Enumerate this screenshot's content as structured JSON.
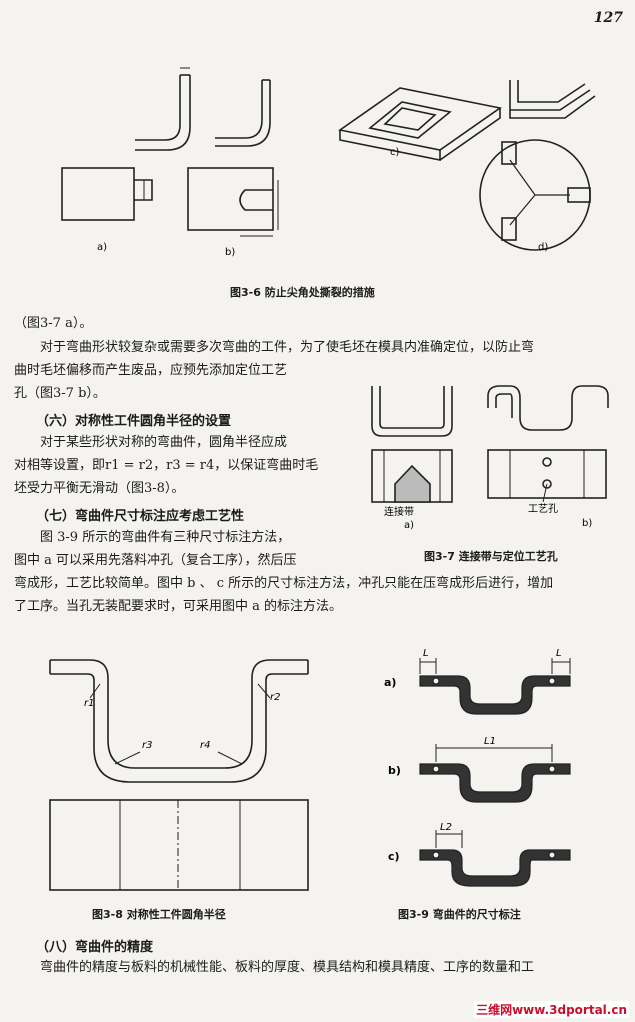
{
  "page_number": "127",
  "fig36": {
    "caption": "图3-6  防止尖角处撕裂的措施",
    "labels": {
      "a": "a)",
      "b": "b)",
      "c": "c)",
      "d": "d)"
    }
  },
  "fig37": {
    "caption": "图3-7  连接带与定位工艺孔",
    "label_a_text": "连接带",
    "label_b_text": "工艺孔",
    "labels": {
      "a": "a)",
      "b": "b)"
    }
  },
  "fig38": {
    "caption": "图3-8  对称性工件圆角半径",
    "r1": "r1",
    "r2": "r2",
    "r3": "r3",
    "r4": "r4"
  },
  "fig39": {
    "caption": "图3-9  弯曲件的尺寸标注",
    "labels": {
      "a": "a)",
      "b": "b)",
      "c": "c)"
    },
    "dims": {
      "L": "L",
      "L1": "L1",
      "L2": "L2"
    }
  },
  "text": {
    "p1_line1": "（图3-7 a）。",
    "p2_line1": "对于弯曲形状较复杂或需要多次弯曲的工件，为了使毛坯在模具内准确定位，以防止弯",
    "p2_line2": "曲时毛坯偏移而产生废品，应预先添加定位工艺",
    "p2_line3": "孔（图3-7 b）。",
    "h6": "（六）对称性工件圆角半径的设置",
    "p3_line1": "对于某些形状对称的弯曲件，圆角半径应成",
    "p3_line2": "对相等设置，即r1 = r2，r3 = r4，以保证弯曲时毛",
    "p3_line3": "坯受力平衡无滑动（图3-8）。",
    "h7": "（七）弯曲件尺寸标注应考虑工艺性",
    "p4_line1": "图 3-9 所示的弯曲件有三种尺寸标注方法，",
    "p4_line2": "图中 a 可以采用先落料冲孔（复合工序），然后压",
    "p4_line3": "弯成形，工艺比较简单。图中 b 、 c 所示的尺寸标注方法，冲孔只能在压弯成形后进行，增加",
    "p4_line4": "了工序。当孔无装配要求时，可采用图中 a 的标注方法。",
    "h8": "（八）弯曲件的精度",
    "p5_line1": "弯曲件的精度与板料的机械性能、板料的厚度、模具结构和模具精度、工序的数量和工"
  },
  "watermark": "三维网www.3dportal.cn"
}
